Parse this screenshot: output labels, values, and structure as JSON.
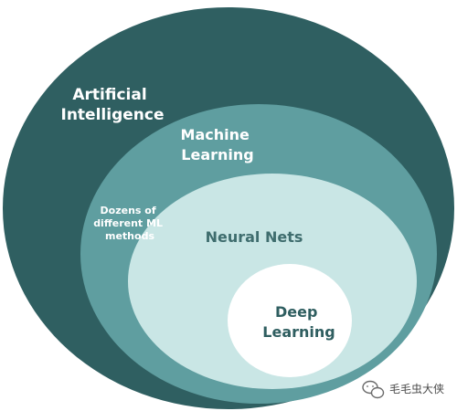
{
  "diagram": {
    "ai_label": [
      "Artificial",
      "Intelligence"
    ],
    "ml_label": [
      "Machine",
      "Learning"
    ],
    "methods_label": [
      "Dozens of",
      "different ML",
      "methods"
    ],
    "nn_label": "Neural Nets",
    "dl_label": [
      "Deep",
      "Learning"
    ]
  },
  "watermark": {
    "icon": "wechat-icon",
    "text": "毛毛虫大侠"
  },
  "colors": {
    "ai": "#2f5f61",
    "ml": "#5f9ea0",
    "nn": "#c9e6e5",
    "dl": "#ffffff"
  }
}
